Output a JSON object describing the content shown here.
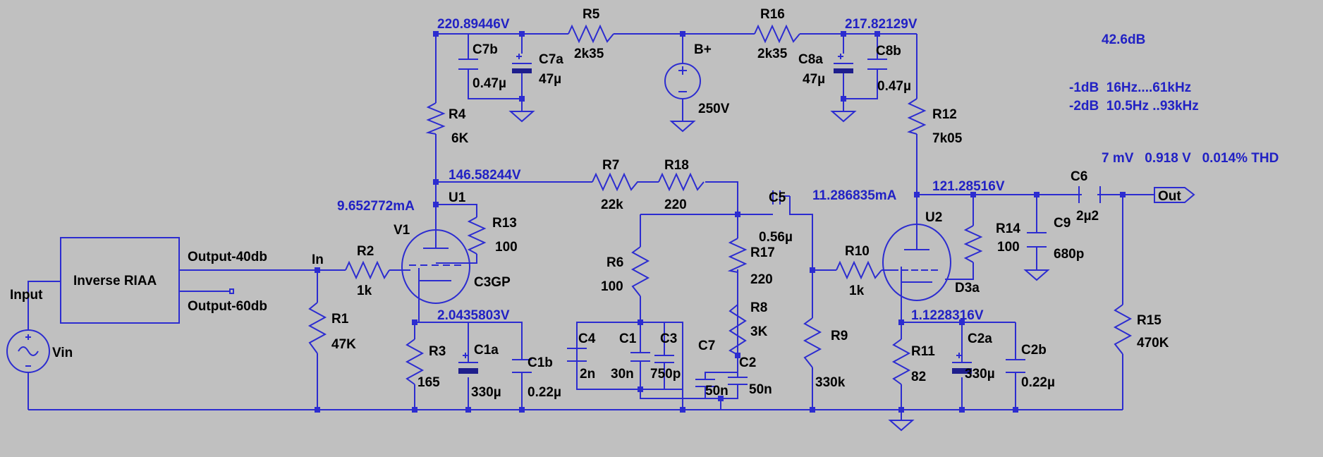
{
  "voltages": {
    "v_left_top": "220.89446V",
    "v_right_top": "217.82129V",
    "v_u1_anode": "146.58244V",
    "i_u1": "9.652772mA",
    "v_u1_cathode": "2.0435803V",
    "i_u2": "11.286835mA",
    "v_u2_anode": "121.28516V",
    "v_u2_cathode": "1.1228316V"
  },
  "notes": {
    "gain": "42.6dB",
    "bw1": "-1dB  16Hz....61kHz",
    "bw2": "-2dB  10.5Hz ..93kHz",
    "measure": "7 mV   0.918 V   0.014% THD"
  },
  "components": {
    "R5": {
      "name": "R5",
      "value": "2k35"
    },
    "R16": {
      "name": "R16",
      "value": "2k35"
    },
    "C7b": {
      "name": "C7b",
      "value": "0.47µ"
    },
    "C7a": {
      "name": "C7a",
      "value": "47µ"
    },
    "C8a": {
      "name": "C8a",
      "value": "47µ"
    },
    "C8b": {
      "name": "C8b",
      "value": "0.47µ"
    },
    "Bplus": {
      "name": "B+",
      "value": "250V"
    },
    "R4": {
      "name": "R4",
      "value": "6K"
    },
    "R12": {
      "name": "R12",
      "value": "7k05"
    },
    "R7": {
      "name": "R7",
      "value": "22k"
    },
    "R18": {
      "name": "R18",
      "value": "220"
    },
    "C5": {
      "name": "C5",
      "value": "0.56µ"
    },
    "C6": {
      "name": "C6",
      "value": "2µ2"
    },
    "U1": {
      "name": "U1"
    },
    "V1": {
      "name": "V1",
      "value": "C3GP"
    },
    "R13": {
      "name": "R13",
      "value": "100"
    },
    "U2": {
      "name": "U2",
      "value": "D3a"
    },
    "R14": {
      "name": "R14",
      "value": "100"
    },
    "C9": {
      "name": "C9",
      "value": "680p"
    },
    "R2": {
      "name": "R2",
      "value": "1k"
    },
    "R10": {
      "name": "R10",
      "value": "1k"
    },
    "R1": {
      "name": "R1",
      "value": "47K"
    },
    "R3": {
      "name": "R3",
      "value": "165"
    },
    "C1a": {
      "name": "C1a",
      "value": "330µ"
    },
    "C1b": {
      "name": "C1b",
      "value": "0.22µ"
    },
    "R6": {
      "name": "R6",
      "value": "100"
    },
    "R17": {
      "name": "R17",
      "value": "220"
    },
    "R8": {
      "name": "R8",
      "value": "3K"
    },
    "C4": {
      "name": "C4",
      "value": "2n"
    },
    "C1": {
      "name": "C1",
      "value": "30n"
    },
    "C3": {
      "name": "C3",
      "value": "750p"
    },
    "C7": {
      "name": "C7",
      "value": "50n"
    },
    "C2": {
      "name": "C2",
      "value": "50n"
    },
    "R9": {
      "name": "R9",
      "value": "330k"
    },
    "R11": {
      "name": "R11",
      "value": "82"
    },
    "C2a": {
      "name": "C2a",
      "value": "330µ"
    },
    "C2b": {
      "name": "C2b",
      "value": "0.22µ"
    },
    "R15": {
      "name": "R15",
      "value": "470K"
    },
    "Vin": {
      "name": "Vin"
    }
  },
  "nets": {
    "input": "Input",
    "in": "In",
    "out": "Out",
    "out40": "Output-40db",
    "out60": "Output-60db"
  },
  "blocks": {
    "riaa": "Inverse RIAA"
  }
}
